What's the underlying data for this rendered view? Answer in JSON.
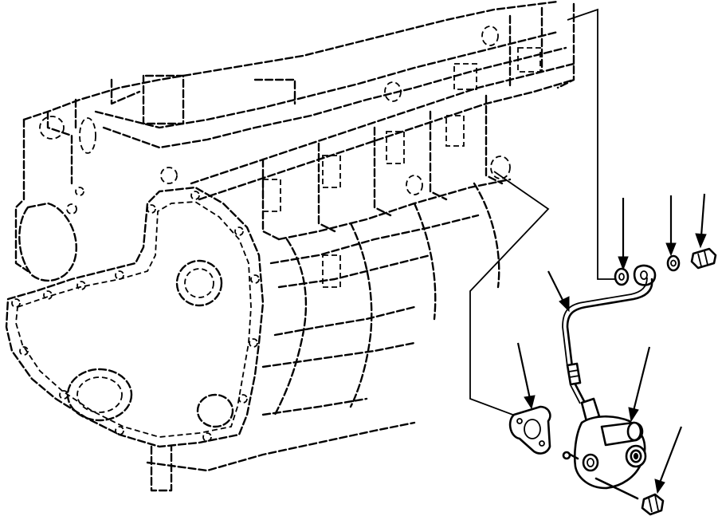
{
  "diagram": {
    "subject": "engine-block-with-oil-supply-tube",
    "callouts": [
      {
        "id": "washer-left",
        "target": "sealing-washer"
      },
      {
        "id": "washer-right",
        "target": "sealing-washer"
      },
      {
        "id": "banjo-bolt",
        "target": "banjo-bolt"
      },
      {
        "id": "oil-tube",
        "target": "oil-supply-tube"
      },
      {
        "id": "gasket",
        "target": "mounting-gasket"
      },
      {
        "id": "filter-head",
        "target": "filter-adapter-housing"
      },
      {
        "id": "cap-screw",
        "target": "cap-screw"
      }
    ],
    "line_color": "#000000",
    "background_color": "#ffffff"
  }
}
